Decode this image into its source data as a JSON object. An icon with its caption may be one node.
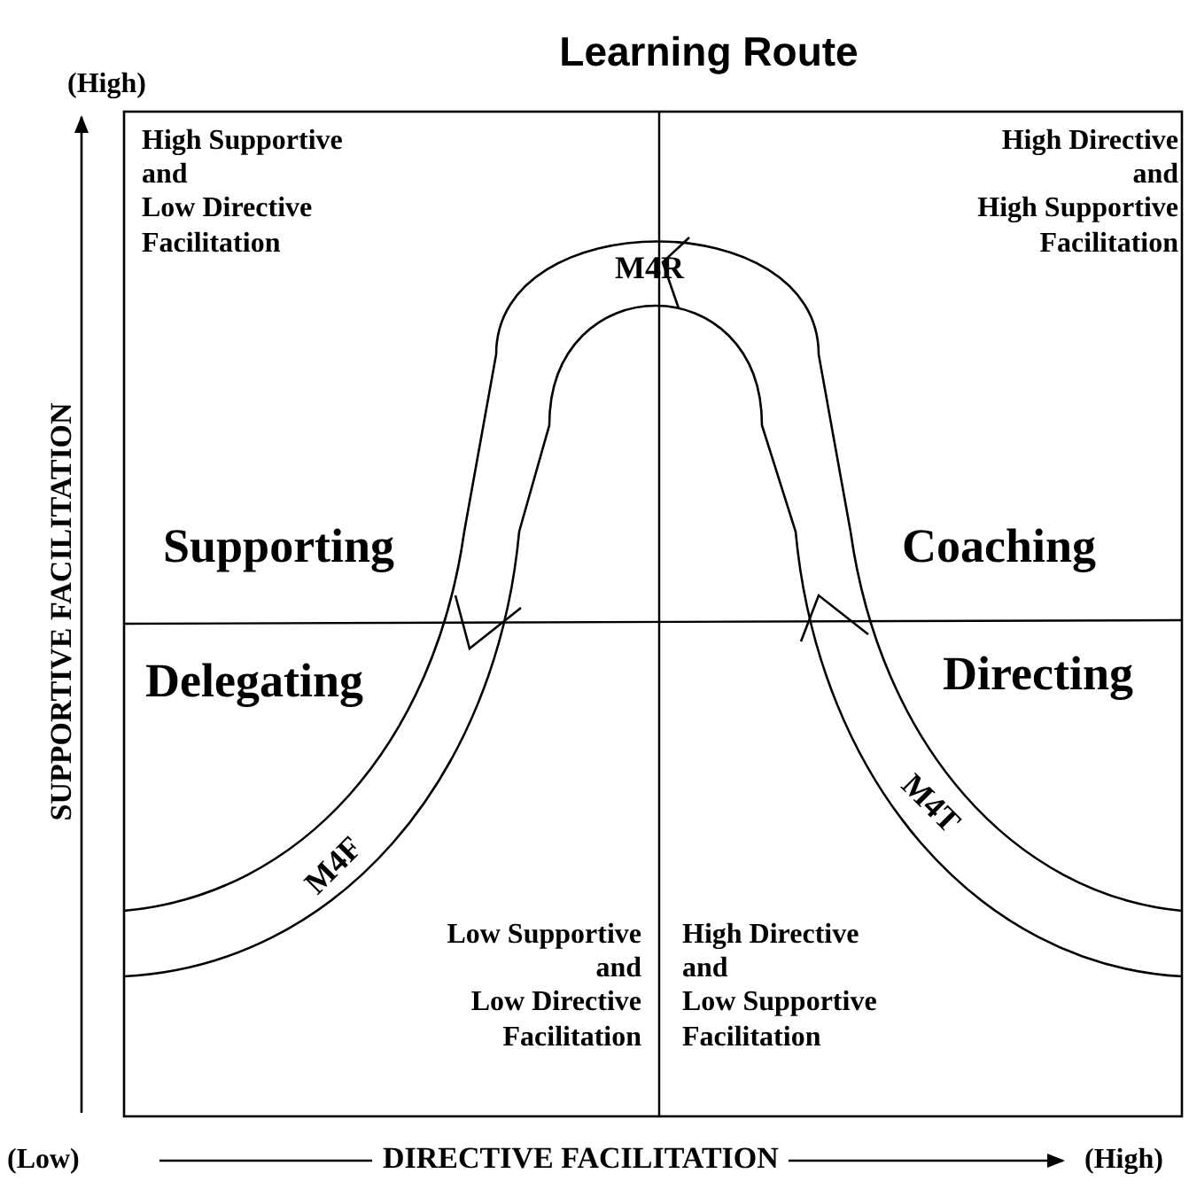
{
  "diagram": {
    "title": "Learning Route",
    "labels": [
      "(High)",
      "High Supportive and Low Directive Facilitation",
      "M4R",
      "High Directive and High Supportive Facilitation",
      "SUPPORTIVE FACILITATION",
      "Supporting",
      "Coaching",
      "Delegating",
      "Directing",
      "M4F",
      "M4T",
      "Low Supportive and Low Directive Facilitation",
      "High Directive and Low Supportive Facilitation",
      "(Low)",
      "DIRECTIVE FACILITATION",
      "(High)"
    ]
  }
}
